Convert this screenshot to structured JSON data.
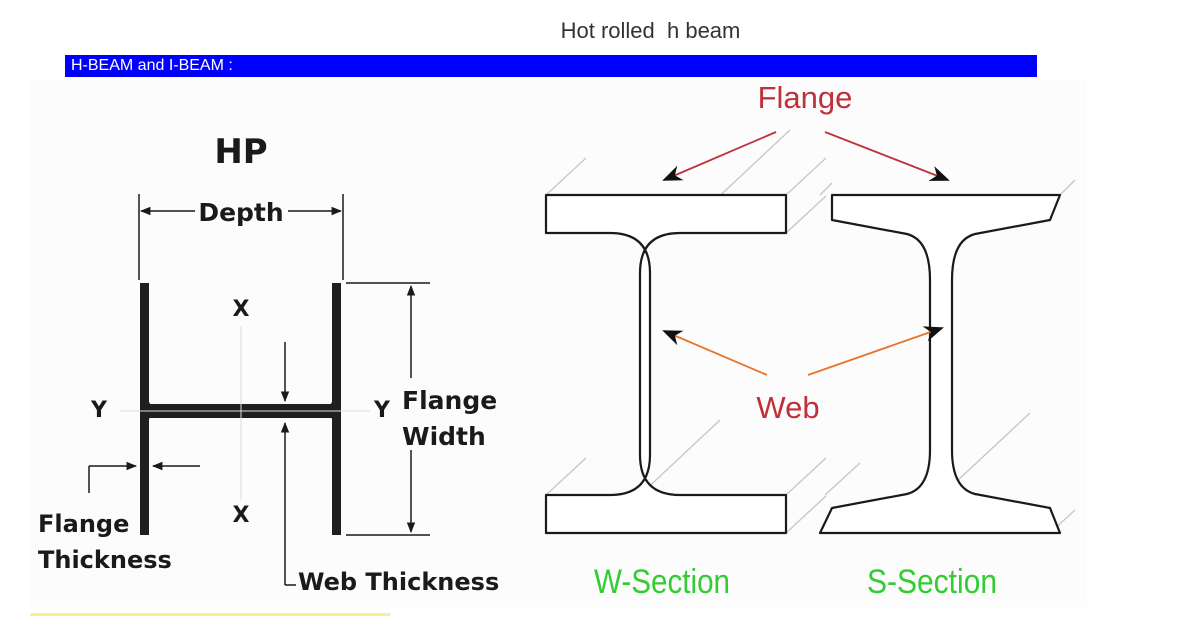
{
  "page": {
    "title": "Hot rolled  h beam",
    "banner_text": "H-BEAM and I-BEAM :"
  },
  "hp_diagram": {
    "title": "HP",
    "depth_label": "Depth",
    "axis_x_top": "X",
    "axis_x_bottom": "X",
    "axis_y_left": "Y",
    "axis_y_right": "Y",
    "flange_width_line1": "Flange",
    "flange_width_line2": "Width",
    "flange_thickness_line1": "Flange",
    "flange_thickness_line2": "Thickness",
    "web_thickness": "Web Thickness"
  },
  "sections_diagram": {
    "flange_label": "Flange",
    "web_label": "Web",
    "w_section_label": "W-Section",
    "s_section_label": "S-Section"
  },
  "colors": {
    "banner": "#0000ff",
    "label_red": "#c0303a",
    "arrow_orange": "#e8732a",
    "section_green": "#33cc33",
    "accent_yellow": "#ffef8a"
  }
}
